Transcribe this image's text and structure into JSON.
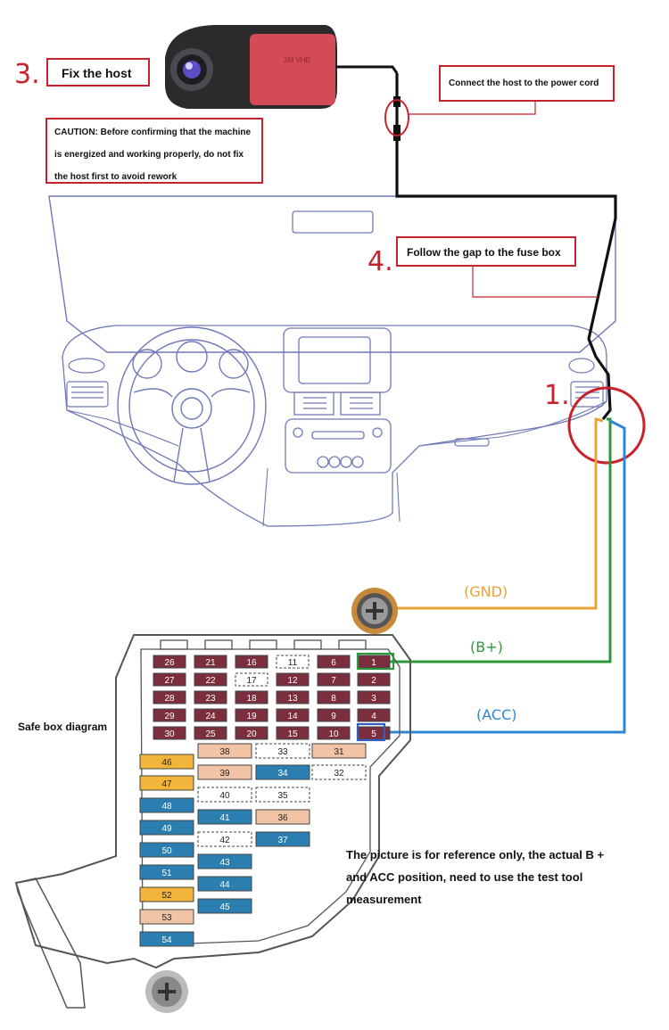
{
  "steps": {
    "step3": {
      "number": "3.",
      "title": "Fix the host"
    },
    "caution": {
      "lines": [
        "CAUTION: Before confirming that the machine",
        "is energized and working properly, do not fix",
        "the host first to avoid rework"
      ]
    },
    "connect_label": "Connect the host to the power cord",
    "step4": {
      "number": "4.",
      "title": "Follow the gap to the fuse box"
    },
    "step1": {
      "number": "1."
    }
  },
  "camera": {
    "sticker_text": "3M VHB"
  },
  "wires": {
    "gnd": {
      "label": "(GND)",
      "color": "#e8a23a"
    },
    "bplus": {
      "label": "(B+)",
      "color": "#2a9a3a"
    },
    "acc": {
      "label": "(ACC)",
      "color": "#2f86d6"
    }
  },
  "fusebox": {
    "title": "Safe box diagram",
    "note_lines": [
      "The picture is for reference only, the actual B +",
      "and ACC position, need to use the test tool",
      "measurement"
    ],
    "fuses_small": [
      "26",
      "27",
      "28",
      "29",
      "30",
      "21",
      "22",
      "23",
      "24",
      "25",
      "16",
      "17",
      "18",
      "19",
      "20",
      "11",
      "12",
      "13",
      "14",
      "15",
      "6",
      "7",
      "8",
      "9",
      "10",
      "1",
      "2",
      "3",
      "4",
      "5"
    ],
    "fuses_large": [
      "31",
      "32",
      "33",
      "34",
      "35",
      "36",
      "37",
      "38",
      "39",
      "40",
      "41",
      "42",
      "43",
      "44",
      "45",
      "46",
      "47",
      "48",
      "49",
      "50",
      "51",
      "52",
      "53",
      "54"
    ]
  },
  "colors": {
    "accent_red": "#c8232c",
    "fuse_maroon": "#7a2e3e",
    "fuse_blue": "#2a7fb0",
    "fuse_orange": "#f2b43a",
    "fuse_peach": "#f2c3a5",
    "outline_blue": "#4b5fb0"
  }
}
